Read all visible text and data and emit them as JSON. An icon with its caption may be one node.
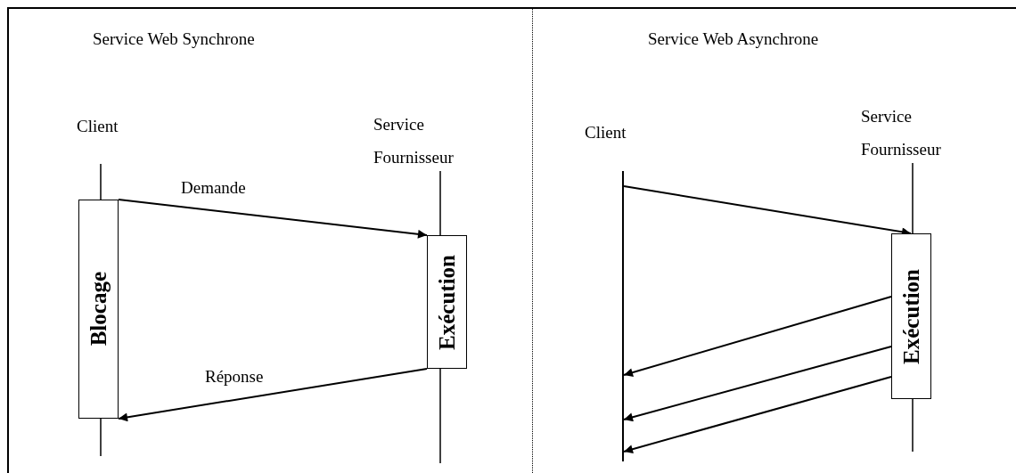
{
  "diagram": {
    "nodes": [
      {
        "text": [
          "Blocage"
        ]
      },
      {
        "text": [
          "Exécution"
        ]
      },
      {
        "text": [
          "Exécution"
        ]
      },
      {
        "text": [],
        "shape": "line",
        "beside": [
          "Client"
        ]
      }
    ],
    "edges": [
      {
        "from": 0,
        "to": 1,
        "arrow": "to",
        "label": "Demande"
      },
      {
        "from": 1,
        "to": 0,
        "arrow": "to",
        "label": "Réponse"
      },
      {
        "from": 3,
        "to": 2,
        "arrow": "to"
      },
      {
        "from": 2,
        "to": 3,
        "arrow": "to"
      },
      {
        "from": 2,
        "to": 3,
        "arrow": "to"
      },
      {
        "from": 2,
        "to": 3,
        "arrow": "to"
      }
    ],
    "labels": [
      "Service Web Synchrone",
      "Service Web Asynchrone",
      "Client",
      "Service Fournisseur",
      "Service Fournisseur"
    ]
  }
}
